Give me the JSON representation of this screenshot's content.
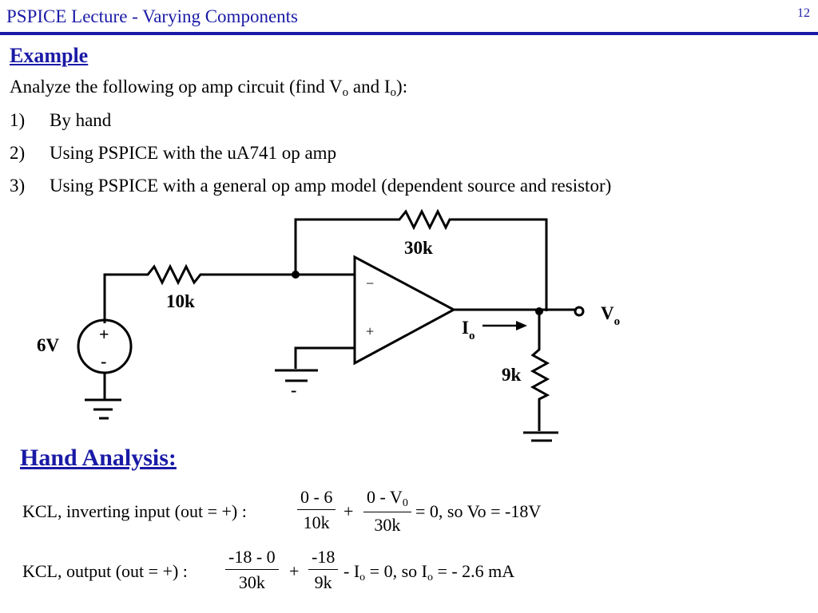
{
  "header": {
    "title": "PSPICE Lecture - Varying Components",
    "page_number": "12"
  },
  "example": {
    "heading": "Example",
    "intro": {
      "pre": "Analyze the following op amp circuit (find V",
      "sub1": "o",
      "mid": " and I",
      "sub2": "o",
      "post": "):"
    },
    "steps": [
      {
        "num": "1)",
        "text": "By hand"
      },
      {
        "num": "2)",
        "text": "Using PSPICE with the uA741 op amp"
      },
      {
        "num": "3)",
        "text": "Using PSPICE with a general op amp model (dependent source and resistor)"
      }
    ]
  },
  "circuit": {
    "r_feedback": "30k",
    "r_input": "10k",
    "r_load": "9k",
    "source": "6V",
    "source_plus": "+",
    "source_minus": "-",
    "opamp_minus": "−",
    "opamp_plus": "+",
    "vo_main": "V",
    "vo_sub": "o",
    "io_main": "I",
    "io_sub": "o",
    "ground_minus": "-"
  },
  "hand_analysis": {
    "heading": "Hand Analysis:",
    "eq1": {
      "lead": "KCL, inverting input (out = +) :",
      "f1_num": "0 - 6",
      "f1_den": "10k",
      "plus": "+",
      "f2_num_main": "0 - V",
      "f2_num_sub": "0",
      "f2_den": "30k",
      "tail": "= 0,   so Vo = -18V"
    },
    "eq2": {
      "lead": "KCL, output (out = +) :",
      "f1_num": "-18 - 0",
      "f1_den": "30k",
      "plus": "+",
      "f2_num": "-18",
      "f2_den": "9k",
      "tail_a": "- I",
      "tail_a_sub": "o",
      "tail_b": " = 0,   so  I",
      "tail_b_sub": "o",
      "tail_c": " = - 2.6 mA"
    }
  }
}
